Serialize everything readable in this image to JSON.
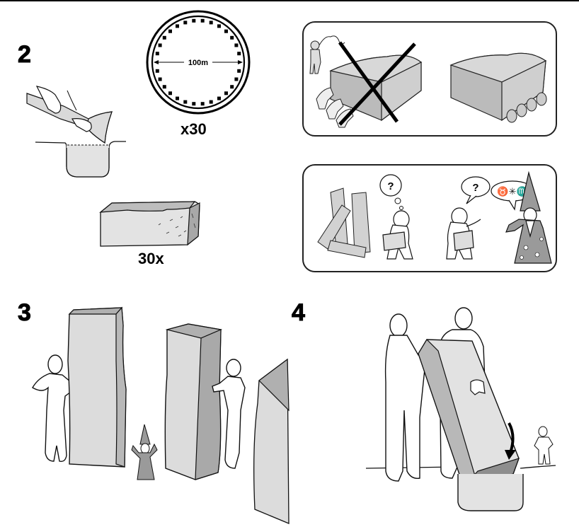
{
  "page": {
    "kind": "illustrated assembly instructions"
  },
  "steps": [
    {
      "number": "2"
    },
    {
      "number": "3"
    },
    {
      "number": "4"
    }
  ],
  "step2": {
    "circle_diameter_label": "100m",
    "circle_quantity": "x30",
    "stone_quantity": "30x"
  },
  "panel_wrong_right": {
    "wrong_marker": "cross-mark"
  },
  "panel_help": {
    "thought_bubble_text": "?",
    "speech_bubble_text": "?",
    "wizard_bubble_symbols": "♉✳♏"
  },
  "colors": {
    "stone_light": "#e2e2e2",
    "stone_mid": "#cfcfcf",
    "stone_dark": "#a9a9a9",
    "ink": "#111111",
    "wizard_robe": "#9a9a9a"
  }
}
